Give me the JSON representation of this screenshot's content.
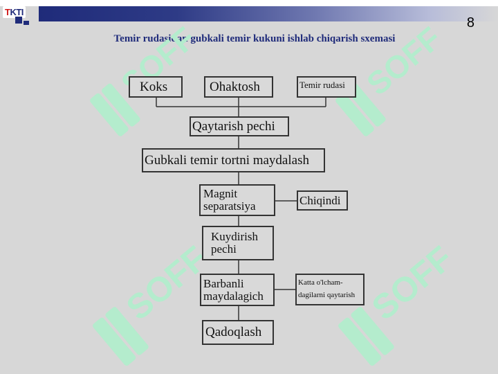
{
  "header": {
    "logo_text": "TKTI",
    "logo_text_red": "T",
    "logo_text_rest": "KTI",
    "page_number": "8"
  },
  "slide": {
    "title": "Temir rudasidan gubkali temir kukuni ishlab chiqarish sxemasi"
  },
  "diagram": {
    "nodes": {
      "koks": "Koks",
      "ohaktosh": "Ohaktosh",
      "temir_rudasi": "Temir rudasi",
      "qaytarish_pechi": "Qaytarish pechi",
      "gubkali": "Gubkali temir tortni maydalash",
      "magnit_line1": "Magnit",
      "magnit_line2": "separatsiya",
      "chiqindi": "Chiqindi",
      "kuydirish_line1": "Kuydirish",
      "kuydirish_line2": "pechi",
      "barbanli_line1": "Barbanli",
      "barbanli_line2": "maydalagich",
      "katta_line1": "Katta o'lcham-",
      "katta_line2": "dagilarni qaytarish",
      "qadoqlash": "Qadoqlash"
    }
  },
  "watermark": {
    "text": "SOFF",
    "color": "#a9efc8"
  }
}
